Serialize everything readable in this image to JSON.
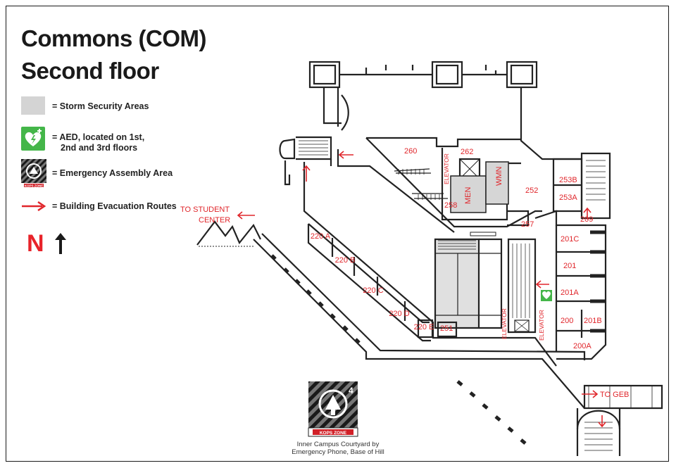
{
  "title": {
    "line1": "Commons (COM)",
    "line2": "Second floor"
  },
  "legend": {
    "storm_security": "= Storm Security Areas",
    "aed": "= AED, located on 1st, 2nd and 3rd floors",
    "aed_line1": "AED, located on 1st,",
    "aed_line2": "2nd and 3rd floors",
    "assembly": "= Emergency Assembly Area",
    "evacuation": "= Building Evacuation Routes",
    "kops_badge": "KOPS ZONE",
    "icons": [
      "gray-swatch",
      "aed-heart-icon",
      "kops-zone-icon",
      "red-arrow-icon"
    ],
    "colors": {
      "storm": "#d4d4d4",
      "aed": "#44b649",
      "route": "#e0262b",
      "kops_red": "#d12027"
    }
  },
  "north": {
    "letter": "N"
  },
  "rooms": [
    "260",
    "262",
    "252",
    "253B",
    "253A",
    "209",
    "258",
    "257",
    "201C",
    "201",
    "201A",
    "200",
    "201B",
    "200A",
    "251",
    "220 A",
    "220 B",
    "220 C",
    "220 D",
    "220 E"
  ],
  "labels": {
    "to_student_center_1": "TO STUDENT",
    "to_student_center_2": "CENTER",
    "to_geb": "TO GEB",
    "men": "MEN",
    "wmn": "WMN",
    "elevator": "ELEVATOR"
  },
  "assembly_area": {
    "number": "4",
    "badge": "KOPS ZONE",
    "caption_line1": "Inner Campus Courtyard by",
    "caption_line2": "Emergency Phone, Base of Hill"
  }
}
